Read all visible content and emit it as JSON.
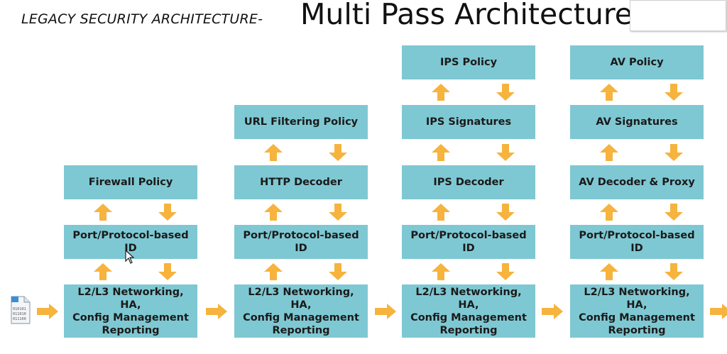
{
  "title": {
    "prefix": "LEGACY SECURITY  ARCHITECTURE-",
    "main": "Multi Pass Architecture"
  },
  "colors": {
    "box_fill": "#7ec8d3",
    "arrow": "#f6b33d"
  },
  "icons": {
    "file": "binary-file-icon",
    "cursor": "mouse-cursor-icon"
  },
  "file_icon_digits": [
    "010101",
    "011010",
    "011100"
  ],
  "columns": [
    {
      "id": "firewall",
      "boxes": [
        "Firewall Policy",
        "Port/Protocol-based ID",
        "L2/L3 Networking, HA,\nConfig Management\nReporting"
      ]
    },
    {
      "id": "url",
      "boxes": [
        "URL Filtering Policy",
        "HTTP Decoder",
        "Port/Protocol-based ID",
        "L2/L3 Networking, HA,\nConfig Management\nReporting"
      ]
    },
    {
      "id": "ips",
      "boxes": [
        "IPS Policy",
        "IPS Signatures",
        "IPS Decoder",
        "Port/Protocol-based ID",
        "L2/L3 Networking, HA,\nConfig Management\nReporting"
      ]
    },
    {
      "id": "av",
      "boxes": [
        "AV Policy",
        "AV Signatures",
        "AV Decoder & Proxy",
        "Port/Protocol-based ID",
        "L2/L3 Networking, HA,\nConfig Management\nReporting"
      ]
    }
  ]
}
